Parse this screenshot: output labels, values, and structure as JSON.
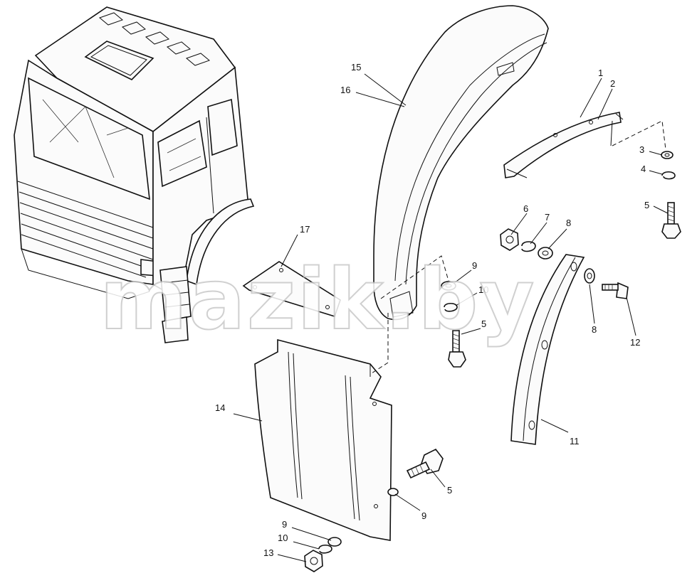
{
  "watermark": "mazik.by",
  "callouts": {
    "c1": "1",
    "c2": "2",
    "c3": "3",
    "c4": "4",
    "c5a": "5",
    "c5b": "5",
    "c5c": "5",
    "c6": "6",
    "c7": "7",
    "c8a": "8",
    "c8b": "8",
    "c9a": "9",
    "c9b": "9",
    "c9c": "9",
    "c10a": "10",
    "c10b": "10",
    "c11": "11",
    "c12": "12",
    "c13": "13",
    "c14": "14",
    "c15": "15",
    "c16": "16",
    "c17": "17"
  }
}
